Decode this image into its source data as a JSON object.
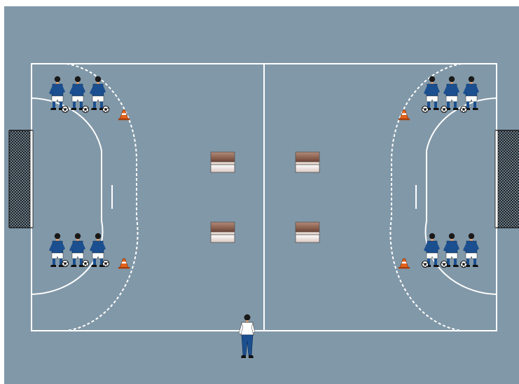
{
  "colors": {
    "floor": "#8198a8",
    "lines": "#ffffff",
    "player_shirt": "#1b4f8f",
    "player_shorts": "#ffffff",
    "coach_shirt": "#ffffff",
    "coach_pants": "#1b4f8f",
    "box_top": "#8a5a4a",
    "box_bottom": "#efe4df",
    "cone": "#e2621b",
    "goal_net": "#111111"
  },
  "court": {
    "type": "handball-court",
    "goals": 2,
    "center_line": true,
    "nine_meter_line_style": "dashed",
    "six_meter_line_style": "solid"
  },
  "icons": {
    "player": "handball-player-icon",
    "ball": "ball-icon",
    "cone": "cone-icon",
    "box": "vaulting-box-icon",
    "coach": "coach-icon",
    "goal": "goal-net-icon"
  },
  "groups": [
    {
      "name": "group-top-left",
      "players": 3,
      "balls": 3,
      "cone": true
    },
    {
      "name": "group-bottom-left",
      "players": 3,
      "balls": 3,
      "cone": true
    },
    {
      "name": "group-top-right",
      "players": 3,
      "balls": 3,
      "cone": true
    },
    {
      "name": "group-bottom-right",
      "players": 3,
      "balls": 3,
      "cone": true
    }
  ],
  "boxes": 4,
  "coach": 1
}
